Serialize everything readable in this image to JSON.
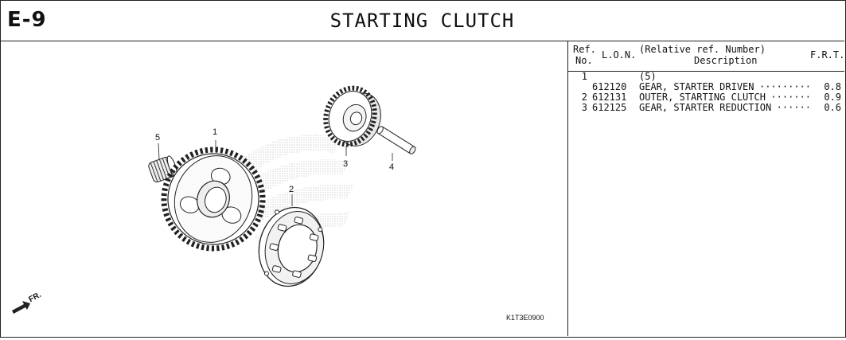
{
  "header": {
    "section": "E-9",
    "title": "STARTING CLUTCH"
  },
  "drawing": {
    "code": "K1T3E0900",
    "callouts": [
      "1",
      "2",
      "3",
      "4",
      "5"
    ],
    "direction_label": "FR."
  },
  "parts_list": {
    "col_ref": "Ref.",
    "col_no": "No.",
    "col_lon": "L.O.N.",
    "col_rel": "(Relative ref. Number)",
    "col_desc": "Description",
    "col_frt": "F.R.T.",
    "rows": [
      {
        "ref": "1",
        "lon": "",
        "desc": "(5)",
        "dots": "",
        "frt": ""
      },
      {
        "ref": "",
        "lon": "612120",
        "desc": "GEAR, STARTER DRIVEN",
        "dots": "·········",
        "frt": "0.8"
      },
      {
        "ref": "2",
        "lon": "612131",
        "desc": "OUTER, STARTING CLUTCH",
        "dots": "·······",
        "frt": "0.9"
      },
      {
        "ref": "3",
        "lon": "612125",
        "desc": "GEAR, STARTER REDUCTION",
        "dots": "······",
        "frt": "0.6"
      }
    ]
  }
}
